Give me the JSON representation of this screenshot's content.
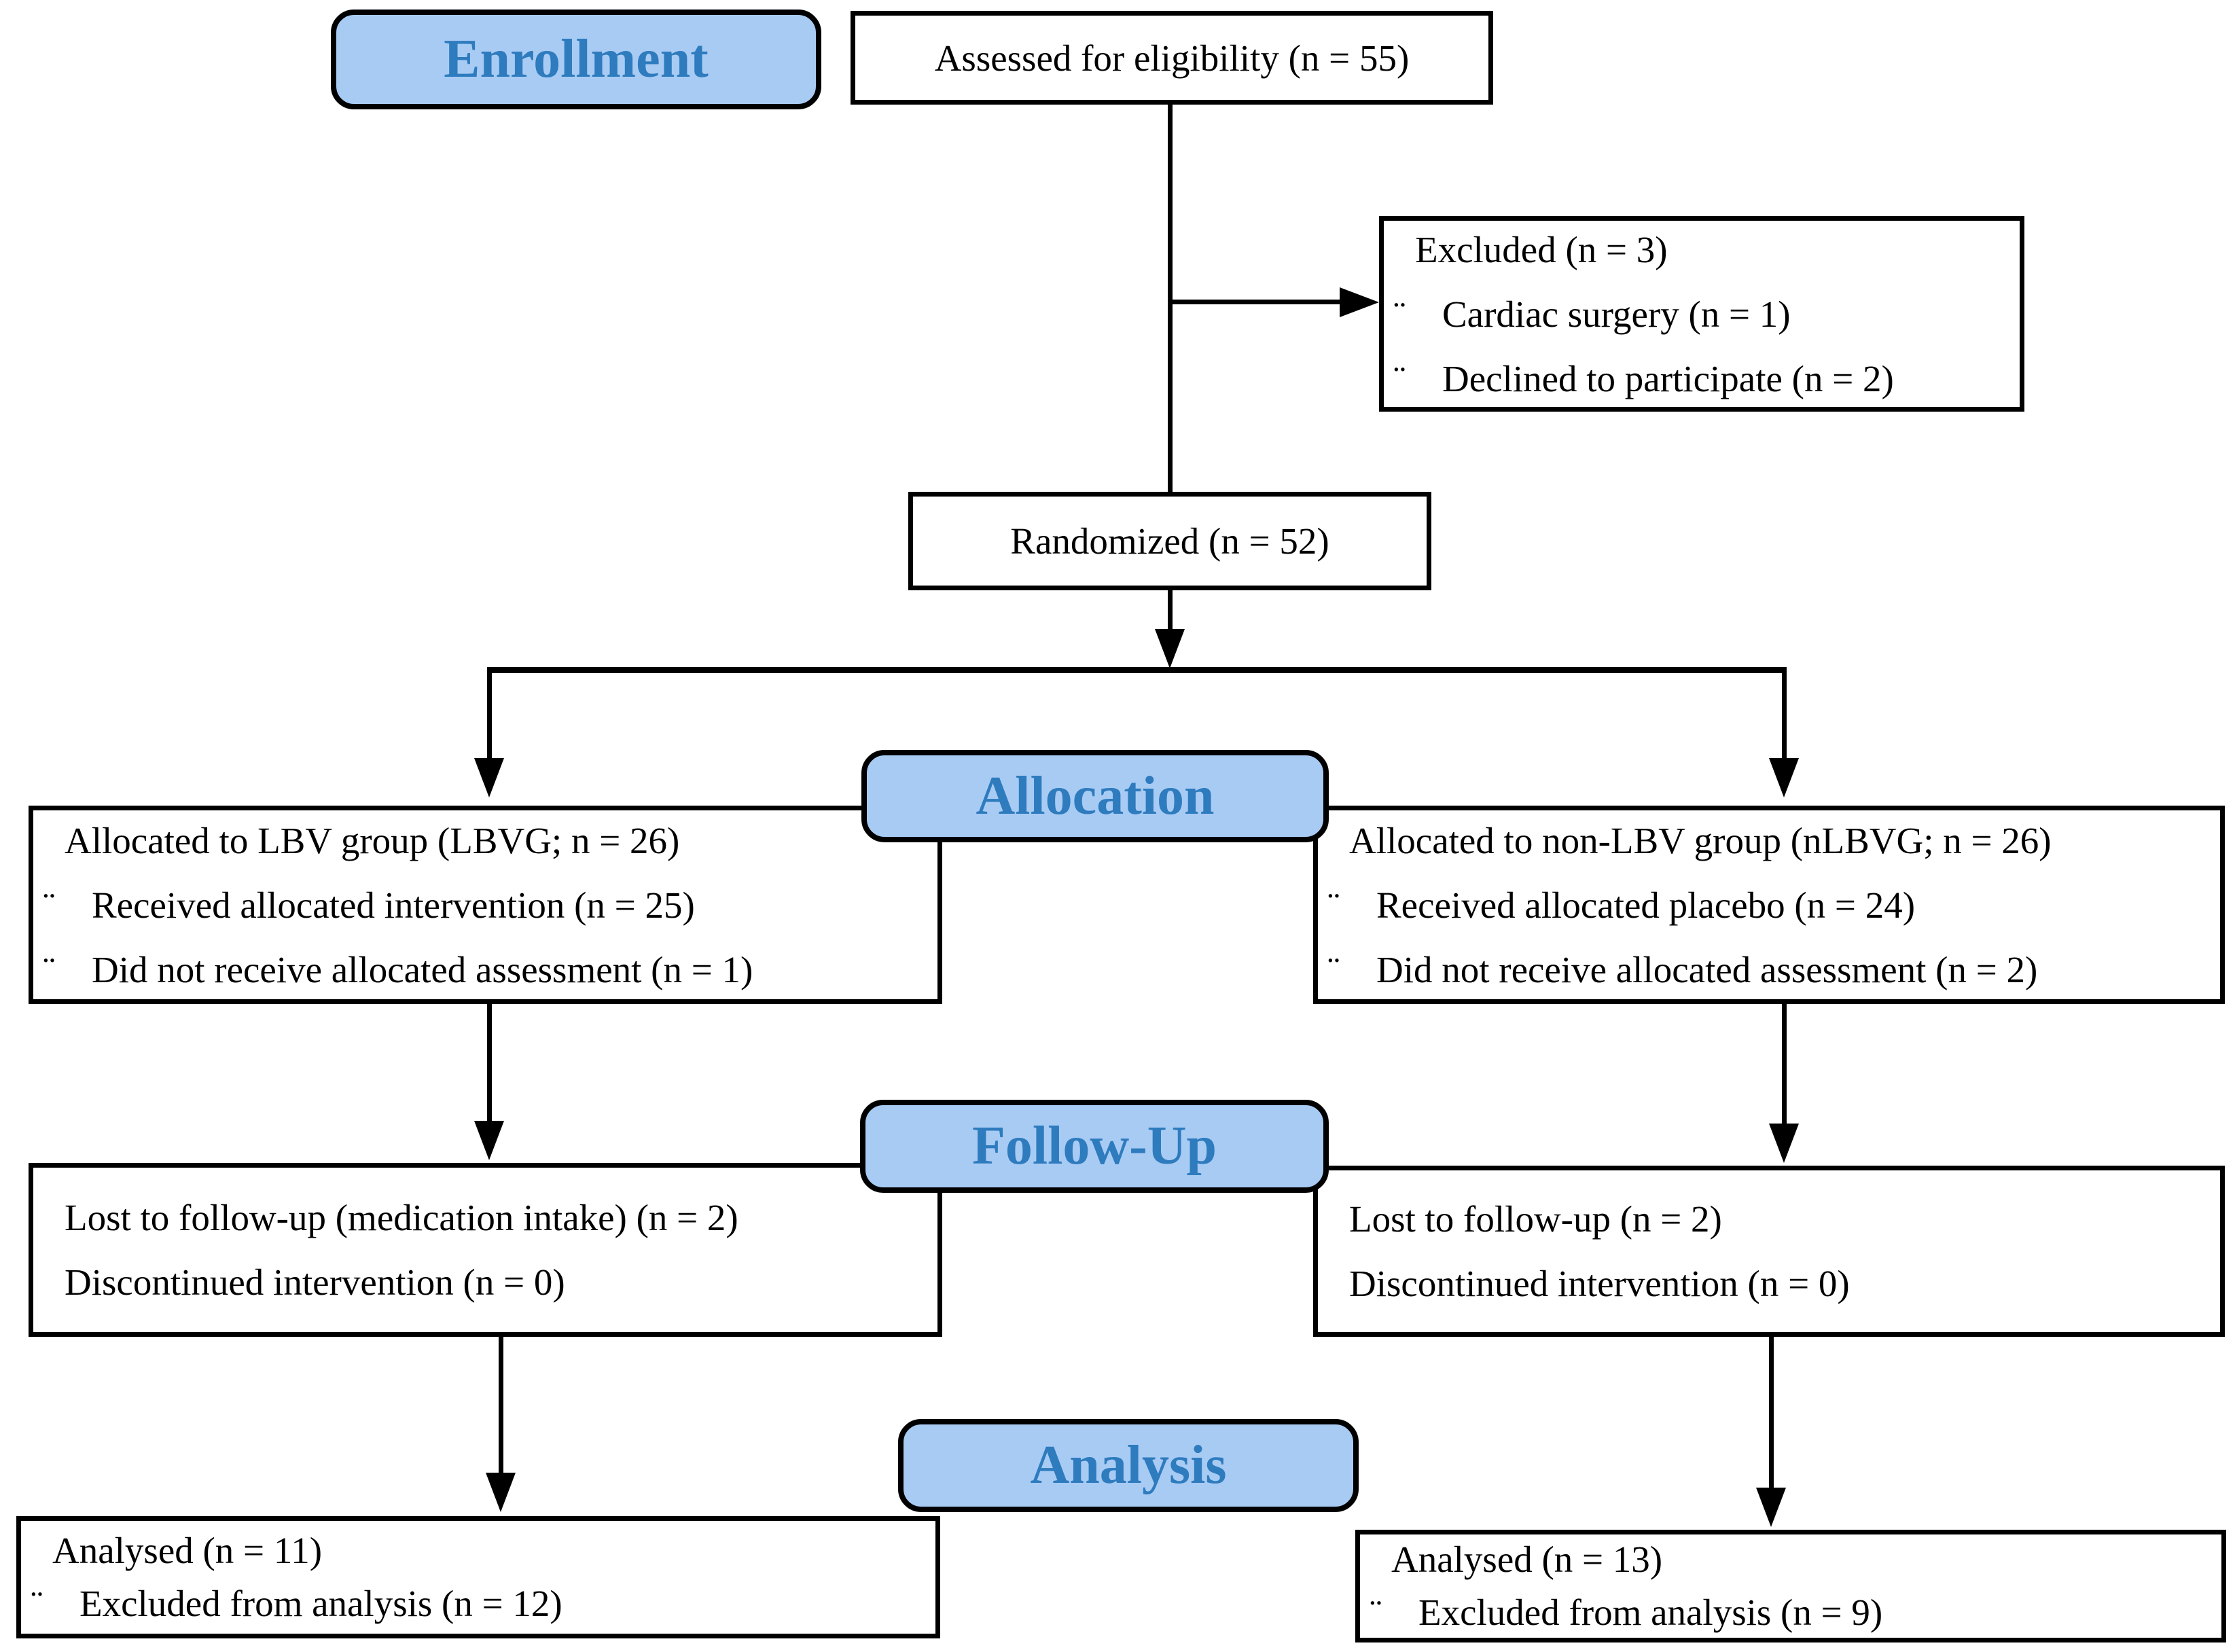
{
  "chars": {
    "bullet": "¨"
  },
  "colors": {
    "header_fill": "#A8CBF4",
    "header_text": "#2E7BBE",
    "box_border": "#000000",
    "box_fill": "#FFFFFF",
    "text": "#000000"
  },
  "phases": {
    "enrollment": "Enrollment",
    "allocation": "Allocation",
    "follow_up": "Follow-Up",
    "analysis": "Analysis"
  },
  "boxes": {
    "assessed": {
      "text": "Assessed for eligibility (n = 55)"
    },
    "excluded": {
      "title": "Excluded (n = 3)",
      "items": [
        "Cardiac surgery (n = 1)",
        "Declined to participate (n = 2)"
      ]
    },
    "randomized": {
      "text": "Randomized (n = 52)"
    },
    "allocation_left": {
      "title": "Allocated to LBV group (LBVG; n = 26)",
      "items": [
        "Received allocated intervention (n = 25)",
        "Did not receive allocated assessment (n = 1)"
      ]
    },
    "allocation_right": {
      "title": "Allocated to non-LBV group (nLBVG; n = 26)",
      "items": [
        "Received allocated placebo (n = 24)",
        "Did not receive allocated assessment (n = 2)"
      ]
    },
    "follow_up_left": {
      "lines": [
        "Lost to follow-up (medication intake) (n = 2)",
        "Discontinued intervention (n = 0)"
      ]
    },
    "follow_up_right": {
      "lines": [
        "Lost to follow-up (n = 2)",
        "Discontinued intervention (n = 0)"
      ]
    },
    "analysis_left": {
      "title": "Analysed (n = 11)",
      "items": [
        "Excluded from analysis (n = 12)"
      ]
    },
    "analysis_right": {
      "title": "Analysed (n = 13)",
      "items": [
        "Excluded from analysis (n = 9)"
      ]
    }
  }
}
